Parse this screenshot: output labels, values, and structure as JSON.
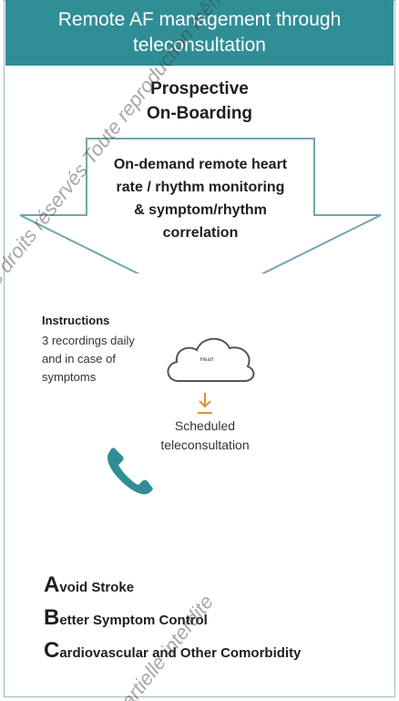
{
  "banner": {
    "line1": "Remote AF management through",
    "line2": "teleconsultation"
  },
  "onboarding": {
    "line1": "Prospective",
    "line2": "On-Boarding"
  },
  "arrow": {
    "line1": "On-demand remote heart",
    "line2": "rate / rhythm monitoring",
    "line3": "& symptom/rhythm",
    "line4": "correlation"
  },
  "instructions": {
    "title": "Instructions",
    "line1": "3 recordings daily",
    "line2": "and in case of",
    "line3": "symptoms"
  },
  "cloud": {
    "label": "Heart"
  },
  "scheduled": {
    "line1": "Scheduled",
    "line2": "teleconsultation"
  },
  "goals": [
    {
      "initial": "A",
      "rest": "void Stroke"
    },
    {
      "initial": "B",
      "rest": "etter Symptom Control"
    },
    {
      "initial": "C",
      "rest": "ardiovascular and Other Comorbidity"
    }
  ],
  "watermark": {
    "upper": "Tous droits réservés Toute reproduction même partielle interdite",
    "lower": "partielle interdite"
  },
  "colors": {
    "banner": "#2f8e95",
    "arrow_stroke": "#6fa7ad",
    "icon": "#2f8e95",
    "small_arrow": "#e0902e"
  }
}
